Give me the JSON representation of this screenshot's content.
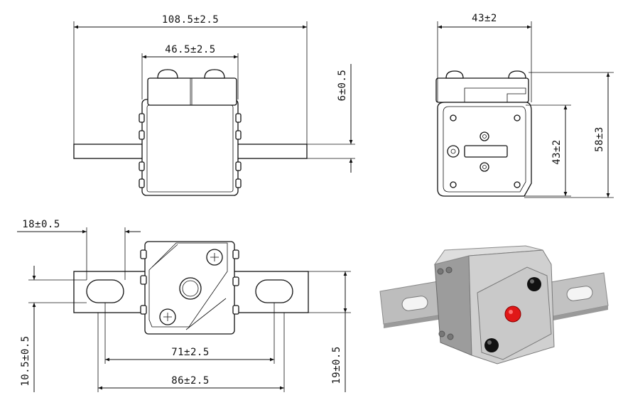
{
  "dimensions": {
    "front_total_width": "108.5±2.5",
    "front_body_width": "46.5±2.5",
    "blade_thickness": "6±0.5",
    "side_depth": "43±2",
    "side_body_height": "43±2",
    "side_total_height": "58±3",
    "slot_length": "18±0.5",
    "hole_pitch": "71±2.5",
    "overall_length": "86±2.5",
    "slot_width": "10.5±0.5",
    "blade_width": "19±0.5"
  },
  "colors": {
    "indicator": "#e01818",
    "body_face": "#d9d9d9",
    "blade": "#b9b9b9"
  }
}
